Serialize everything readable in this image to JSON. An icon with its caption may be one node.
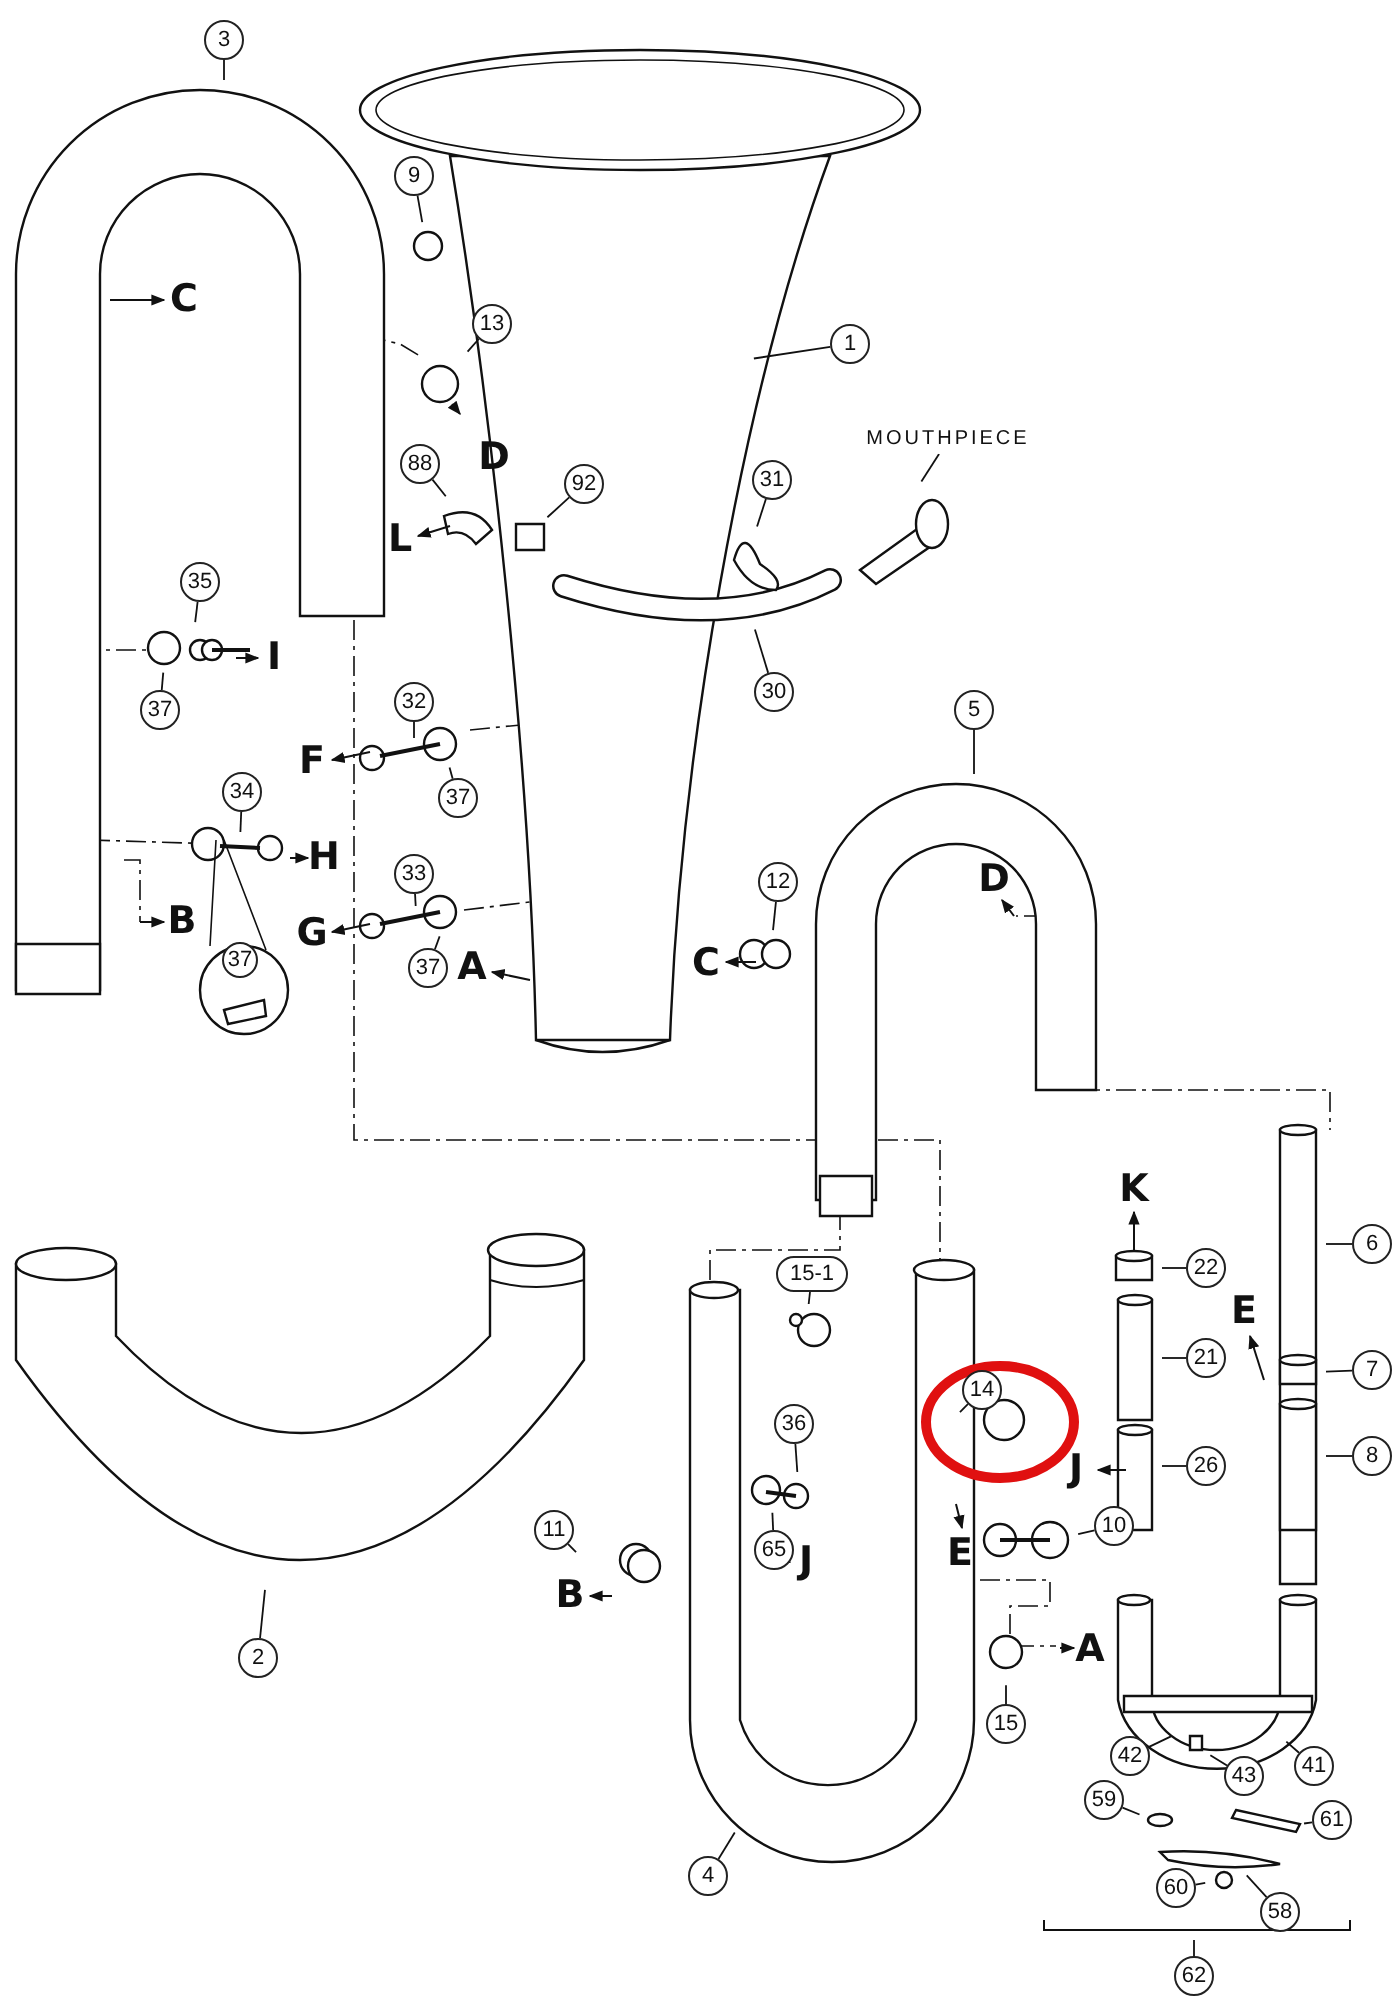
{
  "diagram": {
    "nodes": [
      {
        "text": [
          "3"
        ]
      },
      {
        "text": [
          "9"
        ]
      },
      {
        "text": [
          "13"
        ]
      },
      {
        "text": [
          "1"
        ]
      },
      {
        "text": [
          "MOUTHPIECE"
        ]
      },
      {
        "text": [
          "88"
        ]
      },
      {
        "text": [
          "92"
        ]
      },
      {
        "text": [
          "31"
        ]
      },
      {
        "text": [
          "35"
        ]
      },
      {
        "text": [
          "37"
        ]
      },
      {
        "text": [
          "30"
        ]
      },
      {
        "text": [
          "32"
        ]
      },
      {
        "text": [
          "37"
        ]
      },
      {
        "text": [
          "34"
        ]
      },
      {
        "text": [
          "33"
        ]
      },
      {
        "text": [
          "37"
        ]
      },
      {
        "text": [
          "37"
        ]
      },
      {
        "text": [
          "5"
        ]
      },
      {
        "text": [
          "12"
        ]
      },
      {
        "text": [
          "15-1"
        ]
      },
      {
        "text": [
          "14"
        ]
      },
      {
        "text": [
          "22"
        ]
      },
      {
        "text": [
          "6"
        ]
      },
      {
        "text": [
          "21"
        ]
      },
      {
        "text": [
          "7"
        ]
      },
      {
        "text": [
          "26"
        ]
      },
      {
        "text": [
          "8"
        ]
      },
      {
        "text": [
          "11"
        ]
      },
      {
        "text": [
          "36"
        ]
      },
      {
        "text": [
          "65"
        ]
      },
      {
        "text": [
          "10"
        ]
      },
      {
        "text": [
          "15"
        ]
      },
      {
        "text": [
          "41"
        ]
      },
      {
        "text": [
          "42"
        ]
      },
      {
        "text": [
          "43"
        ]
      },
      {
        "text": [
          "59"
        ]
      },
      {
        "text": [
          "61"
        ]
      },
      {
        "text": [
          "60"
        ]
      },
      {
        "text": [
          "58"
        ]
      },
      {
        "text": [
          "62"
        ]
      },
      {
        "text": [
          "2"
        ]
      },
      {
        "text": [
          "4"
        ]
      }
    ],
    "edges": [
      {
        "from": 0,
        "to": null,
        "arrow": "none"
      },
      {
        "from": 1,
        "to": null,
        "arrow": "none"
      },
      {
        "from": 2,
        "to": null,
        "arrow": "none"
      },
      {
        "from": 3,
        "to": null,
        "arrow": "none"
      },
      {
        "from": 4,
        "to": null,
        "arrow": "none"
      },
      {
        "from": 5,
        "to": null,
        "arrow": "none"
      },
      {
        "from": 6,
        "to": null,
        "arrow": "none"
      },
      {
        "from": 7,
        "to": null,
        "arrow": "none"
      },
      {
        "from": 8,
        "to": null,
        "arrow": "none"
      },
      {
        "from": 9,
        "to": null,
        "arrow": "none"
      },
      {
        "from": 10,
        "to": null,
        "arrow": "none"
      },
      {
        "from": 11,
        "to": null,
        "arrow": "none"
      },
      {
        "from": 12,
        "to": null,
        "arrow": "none"
      },
      {
        "from": 13,
        "to": null,
        "arrow": "none"
      },
      {
        "from": 14,
        "to": null,
        "arrow": "none"
      },
      {
        "from": 15,
        "to": null,
        "arrow": "none"
      },
      {
        "from": 16,
        "to": null,
        "arrow": "none"
      },
      {
        "from": 17,
        "to": null,
        "arrow": "none"
      },
      {
        "from": 18,
        "to": null,
        "arrow": "none"
      },
      {
        "from": 19,
        "to": null,
        "arrow": "none"
      },
      {
        "from": 20,
        "to": null,
        "arrow": "none"
      },
      {
        "from": 21,
        "to": null,
        "arrow": "none"
      },
      {
        "from": 22,
        "to": null,
        "arrow": "none"
      },
      {
        "from": 23,
        "to": null,
        "arrow": "none"
      },
      {
        "from": 24,
        "to": null,
        "arrow": "none"
      },
      {
        "from": 25,
        "to": null,
        "arrow": "none"
      },
      {
        "from": 26,
        "to": null,
        "arrow": "none"
      },
      {
        "from": 27,
        "to": null,
        "arrow": "none"
      },
      {
        "from": 28,
        "to": null,
        "arrow": "none"
      },
      {
        "from": 29,
        "to": null,
        "arrow": "none"
      },
      {
        "from": 30,
        "to": null,
        "arrow": "none"
      },
      {
        "from": 31,
        "to": null,
        "arrow": "none"
      },
      {
        "from": 32,
        "to": null,
        "arrow": "none"
      },
      {
        "from": 33,
        "to": null,
        "arrow": "none"
      },
      {
        "from": 34,
        "to": null,
        "arrow": "none"
      },
      {
        "from": 35,
        "to": null,
        "arrow": "none"
      },
      {
        "from": 36,
        "to": null,
        "arrow": "none"
      },
      {
        "from": 37,
        "to": null,
        "arrow": "none"
      },
      {
        "from": 38,
        "to": null,
        "arrow": "none"
      },
      {
        "from": 39,
        "to": null,
        "arrow": "none"
      },
      {
        "from": 40,
        "to": null,
        "arrow": "none"
      },
      {
        "from": 41,
        "to": null,
        "arrow": "none"
      }
    ],
    "labels": [
      "C",
      "D",
      "L",
      "I",
      "F",
      "D",
      "H",
      "B",
      "G",
      "C",
      "A",
      "K",
      "E",
      "J",
      "E",
      "J",
      "B",
      "A"
    ]
  }
}
